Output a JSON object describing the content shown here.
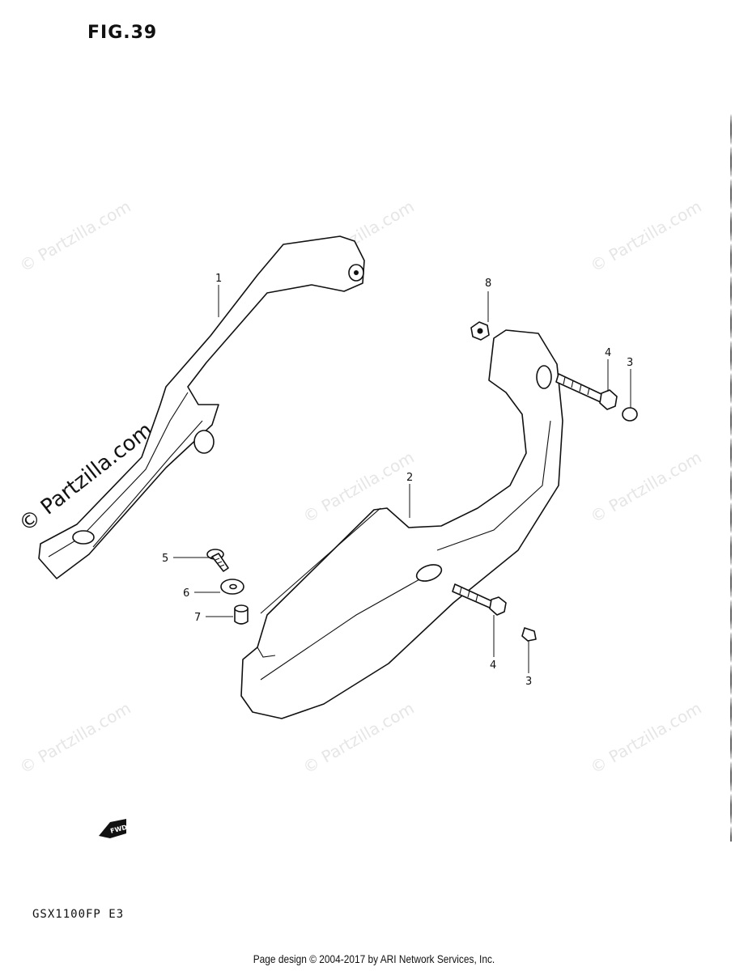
{
  "figure": {
    "title": "FIG.39",
    "model": "GSX1100FP  E3"
  },
  "watermark": {
    "text": "© Partzilla.com",
    "big_text": "© Partzilla.com"
  },
  "footer": {
    "text": "Page design © 2004-2017 by ARI Network Services, Inc."
  },
  "callouts": {
    "c1": "1",
    "c2": "2",
    "c3a": "3",
    "c3b": "3",
    "c4a": "4",
    "c4b": "4",
    "c5": "5",
    "c6": "6",
    "c7": "7",
    "c8": "8"
  },
  "fwd_badge": "FWD"
}
